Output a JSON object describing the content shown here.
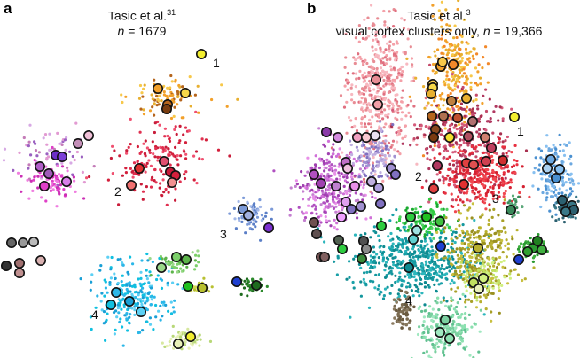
{
  "panel_a": {
    "letter": "a",
    "title_text": "Tasic et al.",
    "title_sup": "31",
    "subtitle_italic": "n",
    "subtitle_rest": " = 1679",
    "cluster_labels": [
      "1",
      "2",
      "3",
      "4"
    ]
  },
  "panel_b": {
    "letter": "b",
    "title_text": "Tasic et al.",
    "title_sup": "3",
    "subtitle_prefix": "visual cortex clusters only, ",
    "subtitle_italic": "n",
    "subtitle_rest": " = 19,366",
    "cluster_labels": [
      "1",
      "2",
      "3",
      "4"
    ]
  }
}
